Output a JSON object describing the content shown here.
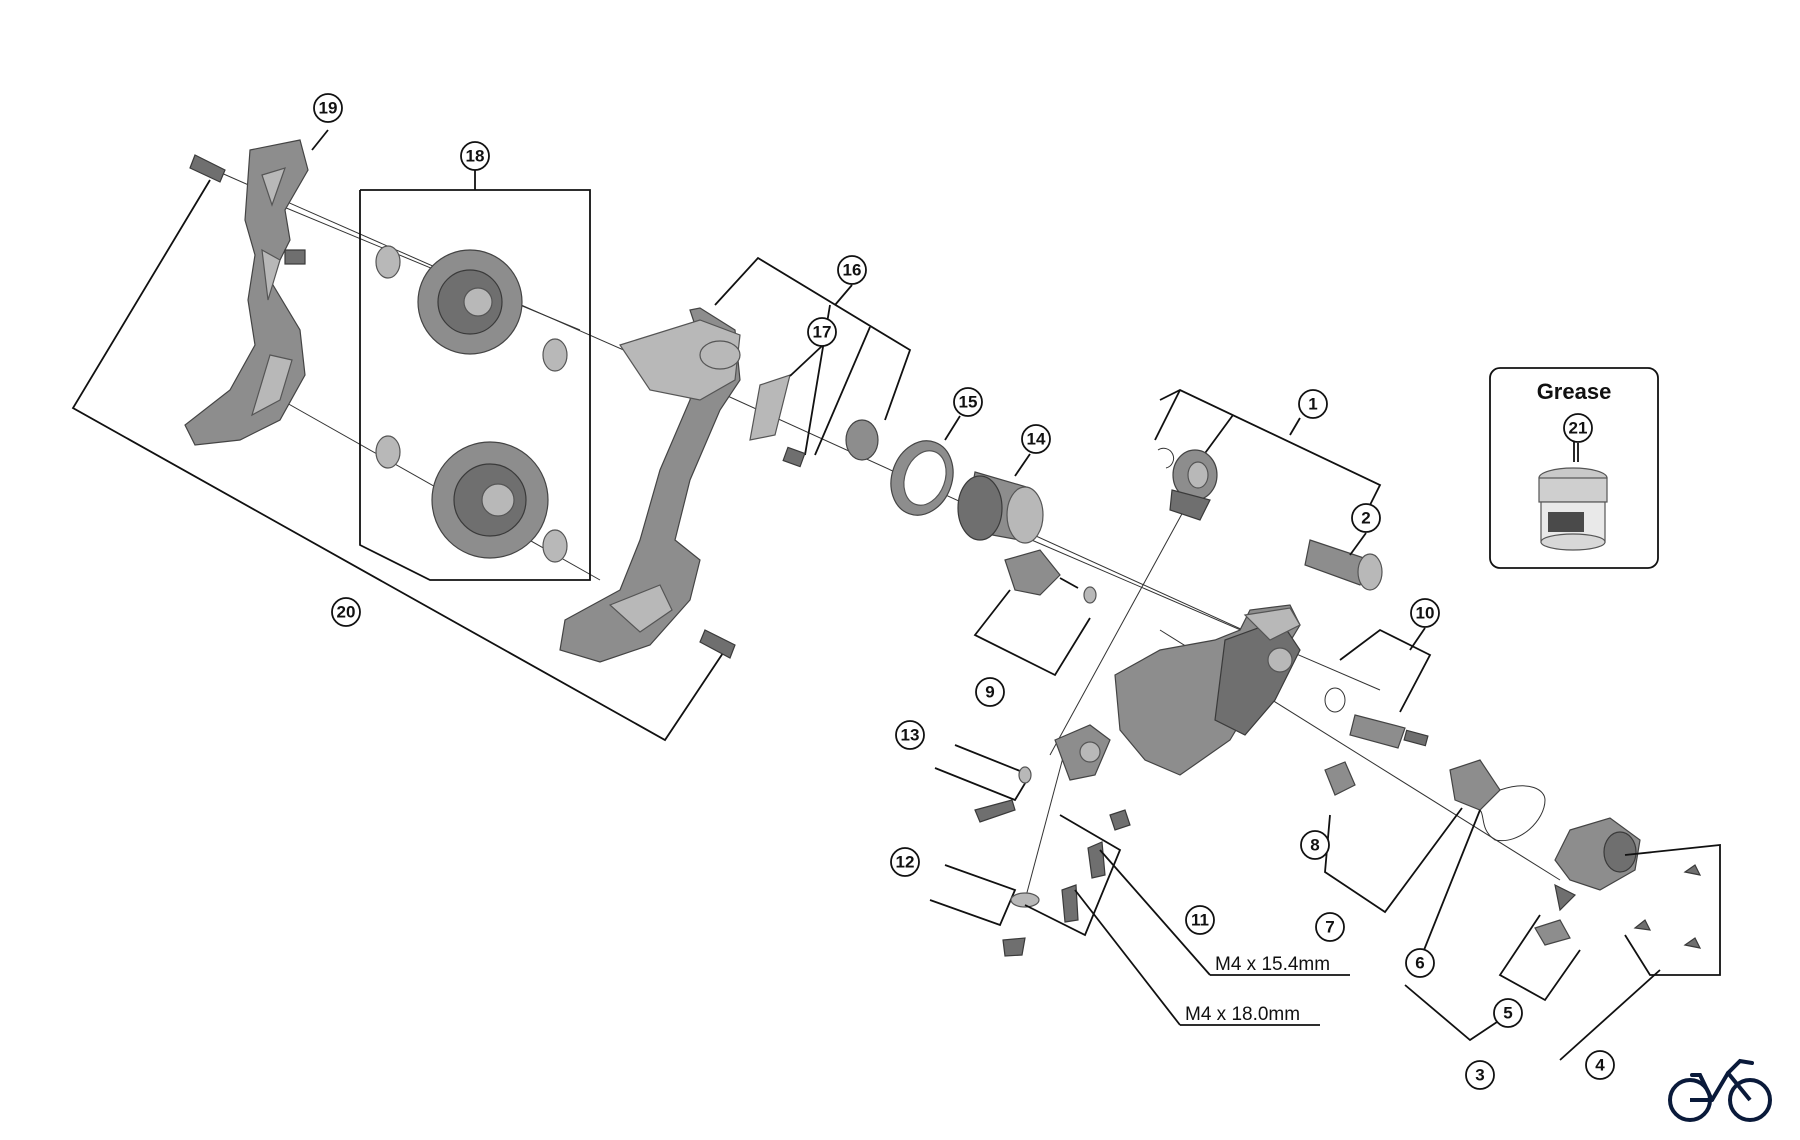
{
  "callouts": {
    "c1": "1",
    "c2": "2",
    "c3": "3",
    "c4": "4",
    "c5": "5",
    "c6": "6",
    "c7": "7",
    "c8": "8",
    "c9": "9",
    "c10": "10",
    "c11": "11",
    "c12": "12",
    "c13": "13",
    "c14": "14",
    "c15": "15",
    "c16": "16",
    "c17": "17",
    "c18": "18",
    "c19": "19",
    "c20": "20",
    "c21": "21"
  },
  "specs": {
    "screw_short": "M4 x 15.4mm",
    "screw_long": "M4 x 18.0mm"
  },
  "grease_box": {
    "title": "Grease"
  },
  "icons": {
    "logo": "bicycle-logo-icon"
  }
}
